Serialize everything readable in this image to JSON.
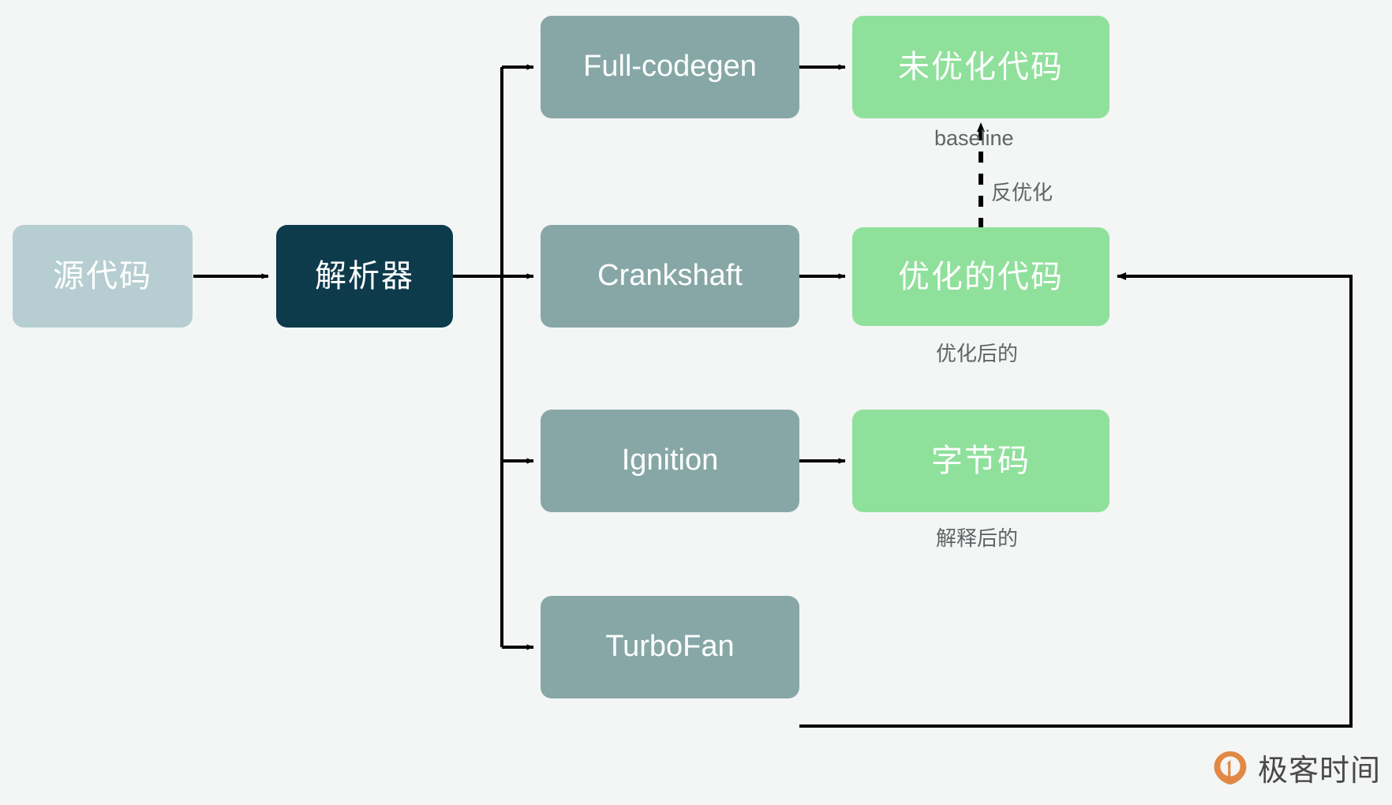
{
  "diagram": {
    "title": "V8 JavaScript engine compilation pipeline",
    "background_color": "#f4f5f5",
    "nodes": {
      "source": {
        "label": "源代码",
        "color": "#b6ced1"
      },
      "parser": {
        "label": "解析器",
        "color": "#0d3b4c"
      },
      "full_codegen": {
        "label": "Full-codegen",
        "color": "#87a7a7"
      },
      "crankshaft": {
        "label": "Crankshaft",
        "color": "#87a7a7"
      },
      "ignition": {
        "label": "Ignition",
        "color": "#87a7a7"
      },
      "turbofan": {
        "label": "TurboFan",
        "color": "#87a7a7"
      },
      "unoptimized_code": {
        "label": "未优化代码",
        "color": "#8fe09b"
      },
      "optimized_code": {
        "label": "优化的代码",
        "color": "#8fe09b"
      },
      "bytecode": {
        "label": "字节码",
        "color": "#8fe09b"
      }
    },
    "edge_labels": {
      "baseline": "baseline",
      "deoptimize": "反优化",
      "after_optimization": "优化后的",
      "after_interpretation": "解释后的"
    },
    "brand": {
      "name": "极客时间",
      "logo_color": "#e08844"
    }
  }
}
